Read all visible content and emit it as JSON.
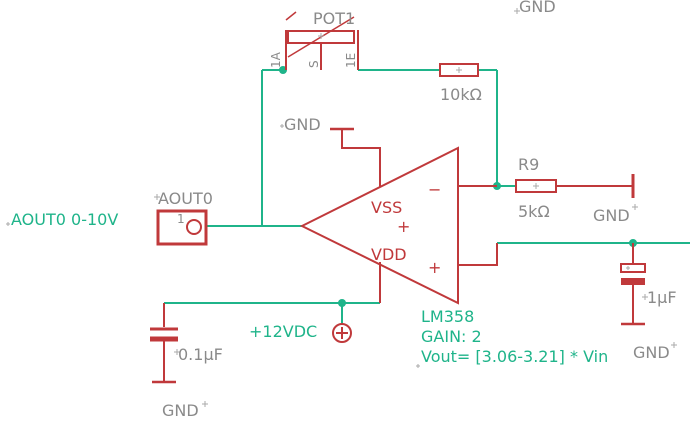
{
  "labels": {
    "gnd": "GND",
    "pot_name": "POT1",
    "pot_pin_a": "1A",
    "pot_pin_s": "S",
    "pot_pin_e": "1E",
    "r1_value": "10kΩ",
    "r9_name": "R9",
    "r9_value": "5kΩ",
    "aout0_name": "AOUT0",
    "aout0_pin": "1",
    "aout0_net": "AOUT0 0-10V",
    "vss": "VSS",
    "vdd": "VDD",
    "minus": "−",
    "plus": "+",
    "opamp_part": "LM358",
    "gain_text": "GAIN: 2",
    "vout_text": "Vout= [3.06-3.21] * Vin",
    "supply": "+12VDC",
    "cap_left_value": "0.1µF",
    "cap_right_value": "1µF"
  },
  "colors": {
    "wire": "#1fb48a",
    "component": "#c0393b",
    "label": "#8a8a8a"
  }
}
